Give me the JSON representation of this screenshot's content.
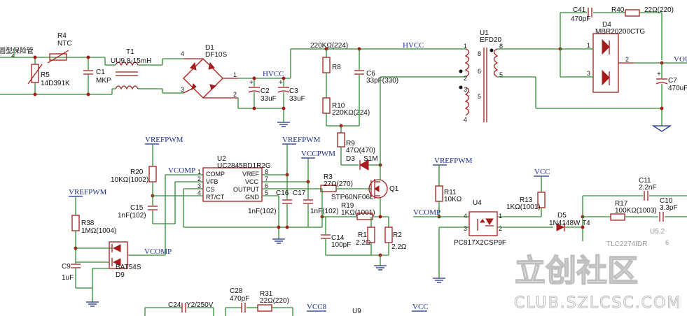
{
  "fuse_label": "圆型保险管",
  "components": {
    "R4": {
      "ref": "R4",
      "value": "NTC"
    },
    "R5": {
      "ref": "R5",
      "value": "14D391K"
    },
    "C1": {
      "ref": "C1",
      "value": "MKP"
    },
    "T1": {
      "ref": "T1",
      "value": "UU9.8-15mH"
    },
    "D1": {
      "ref": "D1",
      "value": "DF10S"
    },
    "C2": {
      "ref": "C2",
      "value": "33uF"
    },
    "C3": {
      "ref": "C3",
      "value": "33uF"
    },
    "R8": {
      "ref": "R8"
    },
    "R10": {
      "ref": "R10",
      "value": "220KΩ(224)"
    },
    "R_top": {
      "value": "220KΩ(224)"
    },
    "C6": {
      "ref": "C6",
      "value": "33pF(330)"
    },
    "R9": {
      "ref": "R9",
      "value": "47Ω(470)"
    },
    "D3": {
      "ref": "D3",
      "value": "S1M"
    },
    "U1": {
      "ref": "U1",
      "value": "EFD20"
    },
    "C41": {
      "ref": "C41",
      "value": "470pF"
    },
    "R40": {
      "ref": "R40",
      "value": "22Ω(220)"
    },
    "D4": {
      "ref": "D4",
      "value": "MBR20200CTG"
    },
    "C7": {
      "ref": "C7",
      "value": "470uF"
    },
    "U2": {
      "ref": "U2",
      "value": "UC2845BD1R2G"
    },
    "R20": {
      "ref": "R20",
      "value": "10KΩ(1002)"
    },
    "C15": {
      "ref": "C15",
      "value": "1nF(102)"
    },
    "C16": {
      "ref": "C16",
      "value": "1nF(102)"
    },
    "C17": {
      "ref": "C17",
      "value": "1nF(102)"
    },
    "R3": {
      "ref": "R3",
      "value": "27Ω(270)"
    },
    "Q1": {
      "ref": "Q1",
      "value": "STP60NF06L"
    },
    "R19": {
      "ref": "R19",
      "value": "1KΩ(1001)"
    },
    "C14": {
      "ref": "C14",
      "value": "100pF"
    },
    "R1": {
      "ref": "R1",
      "value": "2.2Ω"
    },
    "R2": {
      "ref": "R2",
      "value": "2.2Ω"
    },
    "R38": {
      "ref": "R38",
      "value": "1MΩ(1004)"
    },
    "C9": {
      "ref": "C9",
      "value": "1uF"
    },
    "D9": {
      "ref": "D9",
      "value": "BAT54S"
    },
    "R11": {
      "ref": "R11",
      "value": "10KΩ"
    },
    "U4": {
      "ref": "U4",
      "value": "PC817X2CSP9F"
    },
    "R13": {
      "ref": "R13",
      "value": "1KΩ(1001)"
    },
    "D5": {
      "ref": "D5",
      "value": "1N4148W T4"
    },
    "C11": {
      "ref": "C11",
      "value": "2.2nF"
    },
    "R17": {
      "ref": "R17",
      "value": "100KΩ(1003)"
    },
    "C10": {
      "ref": "C10",
      "value": "3.3pF"
    },
    "U5": {
      "ref": "U5.2",
      "value": "TLC2274IDR"
    },
    "C24": {
      "ref": "C24",
      "value": "Y2/250V"
    },
    "C28": {
      "ref": "C28",
      "value": "470pF"
    },
    "R31": {
      "ref": "R31",
      "value": "22Ω(220)"
    },
    "U9": {
      "ref": "U9"
    }
  },
  "ic_pins": {
    "u2_left": [
      "COMP",
      "VFB",
      "CS",
      "RT/CT"
    ],
    "u2_right": [
      "VREF",
      "VCC",
      "OUTPUT",
      "GND"
    ],
    "u2_left_nums": [
      "1",
      "2",
      "3",
      "4"
    ],
    "u2_right_nums": [
      "8",
      "7",
      "6",
      "5"
    ]
  },
  "nets": {
    "hvcc": "HVCC",
    "vrefpwm": "VREFPWM",
    "vccpwm": "VCCPWM",
    "vcomp": "VCOMP",
    "vcc": "VCC",
    "vcc8": "VCC8",
    "vout": "VOU"
  },
  "pin_numbers": {
    "d1": [
      "4",
      "1",
      "3",
      "2"
    ],
    "u1_left": [
      "1",
      "2",
      "3",
      "4"
    ],
    "u1_right": [
      "8",
      "6",
      "5"
    ],
    "d4": [
      "1",
      "3",
      "2"
    ],
    "u4": [
      "4",
      "3",
      "1",
      "2"
    ],
    "u5": "6"
  },
  "watermark": {
    "main": "立创社区",
    "sub": "CLUB.SZLCSC.COM"
  },
  "colors": {
    "wire": "#2e8b2e",
    "component": "#a51c1c",
    "net_label": "#1c2f8a"
  }
}
